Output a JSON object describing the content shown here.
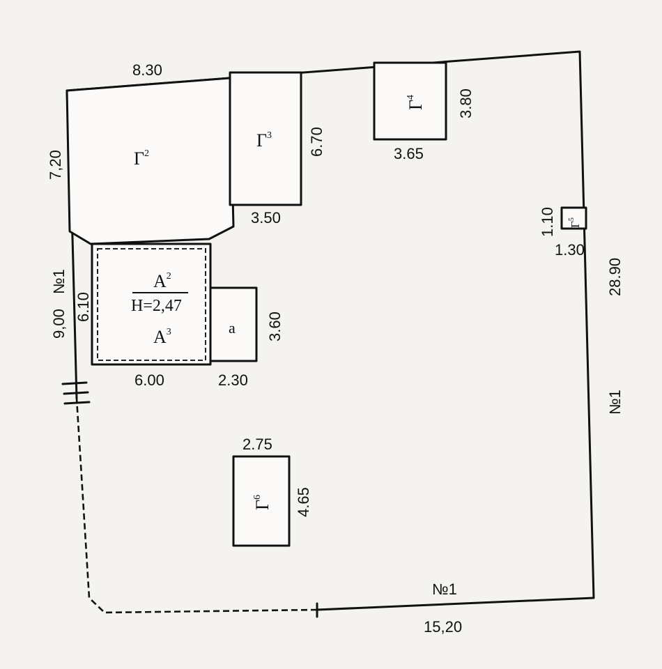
{
  "site": {
    "width_top": "8.30",
    "left_upper": "7,20",
    "left_lower": "9,00",
    "right_side": "28.90",
    "bottom": "15,20",
    "boundary_mark": "№1"
  },
  "buildings": [
    {
      "id": "g2",
      "base": "Г",
      "sup": "2"
    },
    {
      "id": "g3",
      "base": "Г",
      "sup": "3",
      "width": "3.50",
      "height": "6.70"
    },
    {
      "id": "g4",
      "base": "Г",
      "sup": "4",
      "width": "3.65",
      "height": "3.80"
    },
    {
      "id": "g5",
      "base": "Г",
      "sup": "5",
      "width": "1.30",
      "height": "1.10"
    },
    {
      "id": "g6",
      "base": "Г",
      "sup": "6",
      "width": "2.75",
      "height": "4.65"
    }
  ],
  "house": {
    "top_base": "А",
    "top_sup": "2",
    "height_label": "Н=2,47",
    "bottom_base": "А",
    "bottom_sup": "3",
    "width": "6.00",
    "depth": "6.10"
  },
  "annex": {
    "label": "а",
    "width": "2.30",
    "height": "3.60"
  }
}
